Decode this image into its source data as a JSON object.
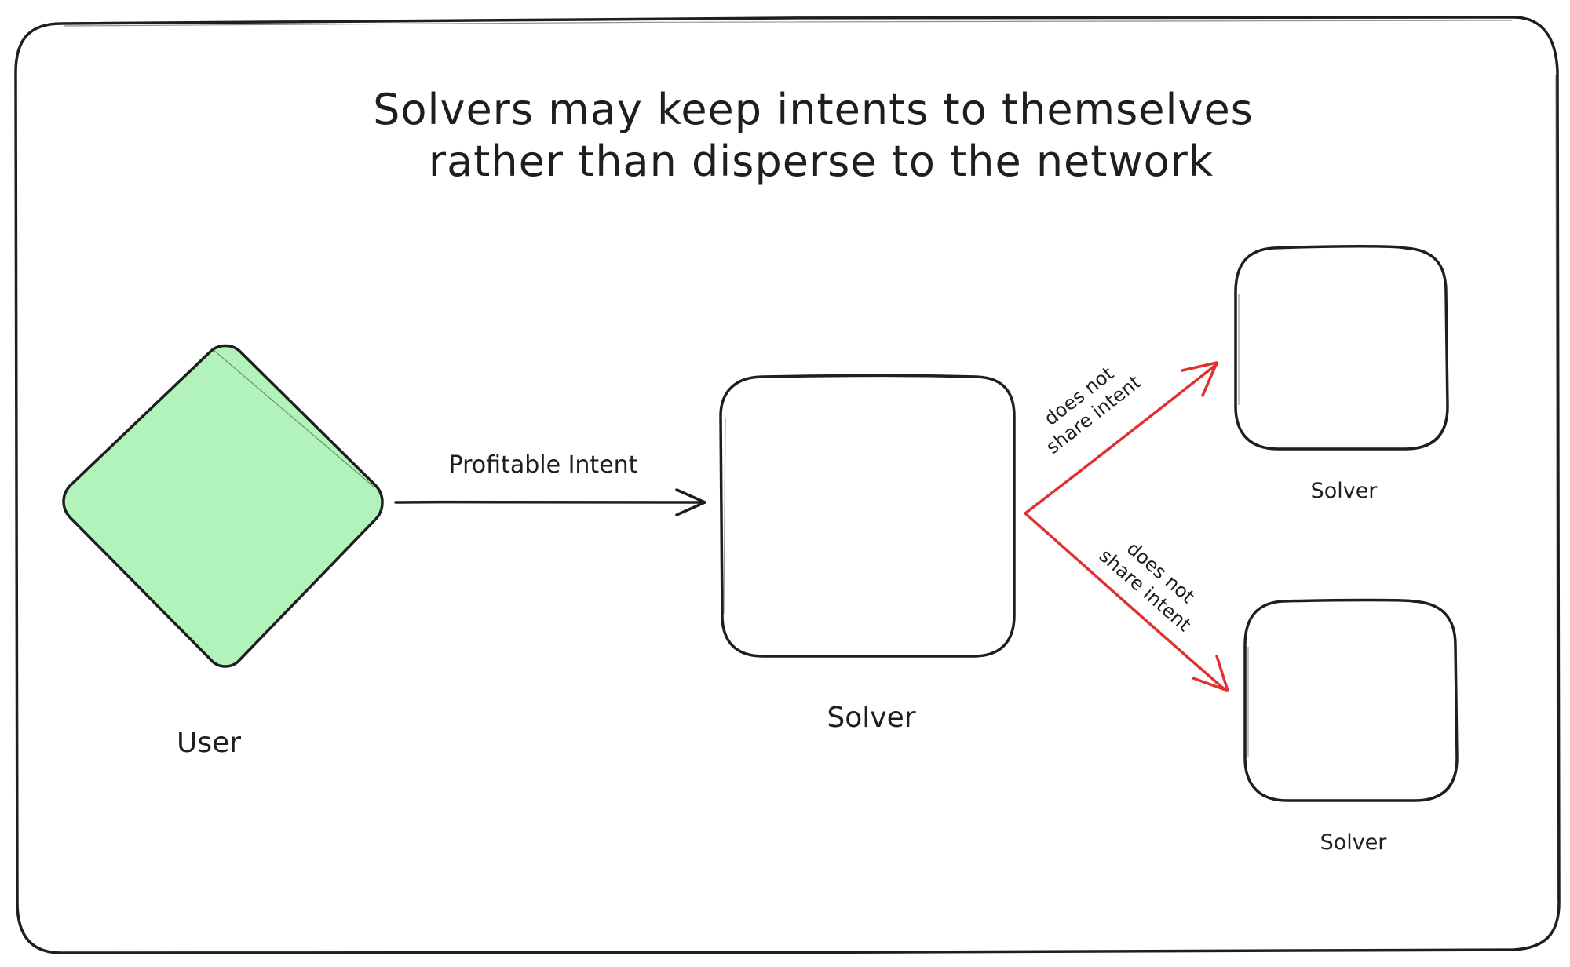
{
  "diagram": {
    "title_line1": "Solvers may keep intents to themselves",
    "title_line2": "rather than disperse to the network",
    "nodes": {
      "user": {
        "label": "User",
        "shape": "diamond",
        "fill": "#b2f2bb"
      },
      "solver_main": {
        "label": "Solver",
        "shape": "rounded-rectangle"
      },
      "solver_top": {
        "label": "Solver",
        "shape": "rounded-rectangle"
      },
      "solver_bottom": {
        "label": "Solver",
        "shape": "rounded-rectangle"
      }
    },
    "edges": {
      "user_to_solver": {
        "label": "Profitable Intent",
        "color": "#1e1e1e"
      },
      "solver_to_top": {
        "label_line1": "does not",
        "label_line2": "share intent",
        "color": "#e03131"
      },
      "solver_to_bottom": {
        "label_line1": "does not",
        "label_line2": "share intent",
        "color": "#e03131"
      }
    },
    "colors": {
      "stroke": "#1e1e1e",
      "accent_red": "#e03131",
      "user_fill": "#b2f2bb",
      "background": "#ffffff"
    }
  }
}
